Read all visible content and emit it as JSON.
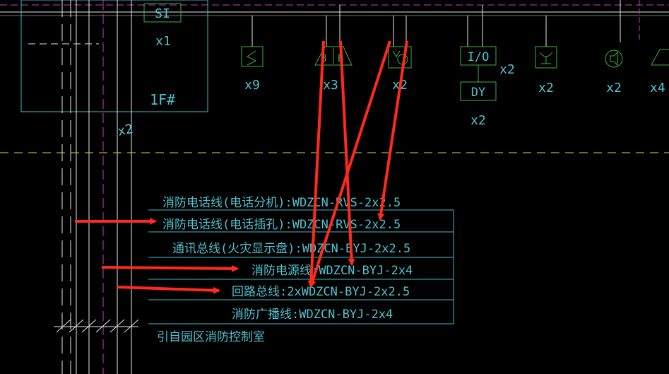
{
  "colors": {
    "background": "#000000",
    "line_white": "#e6e6e6",
    "line_cyan": "#3fb8c4",
    "line_green": "#3cb043",
    "line_magenta": "#c040c0",
    "line_yellow": "#d8d832",
    "text_cyan": "#4fc3cf",
    "arrow_red": "#ff2a1a"
  },
  "header_block": {
    "label": "SI",
    "count": "x1",
    "floor": "1F#"
  },
  "vertical_count": "x2",
  "devices": [
    {
      "icon": "manual-alarm-button-icon",
      "symbol": "S",
      "count": "x9"
    },
    {
      "icon": "hydrant-button-icon",
      "symbol": "⌂B",
      "count": "x3"
    },
    {
      "icon": "telephone-socket-icon",
      "symbol": "Y⊚",
      "count": "x2"
    },
    {
      "icon": "io-module-icon",
      "symbol": "I/O",
      "count": "x2"
    },
    {
      "icon": "dy-module-icon",
      "symbol": "DY",
      "count": "x2"
    },
    {
      "icon": "fire-telephone-icon",
      "symbol": "Y",
      "count": "x2"
    },
    {
      "icon": "speaker-icon",
      "symbol": "◁",
      "count": "x2"
    },
    {
      "icon": "audible-visual-alarm-icon",
      "symbol": "▱",
      "count": "x4"
    }
  ],
  "legend": {
    "rows": [
      {
        "text": "消防电话线(电话分机):WDZCN-RVS-2x2.5"
      },
      {
        "text": "消防电话线(电话插孔):WDZCN-RVS-2x2.5"
      },
      {
        "text": "通讯总线(火灾显示盘):WDZCN-BYJ-2x2.5"
      },
      {
        "text": "消防电源线:WDZCN-BYJ-2x4"
      },
      {
        "text": "回路总线:2xWDZCN-BYJ-2x2.5"
      },
      {
        "text": "消防广播线:WDZCN-BYJ-2x4"
      }
    ],
    "source_note": "引自园区消防控制室"
  }
}
